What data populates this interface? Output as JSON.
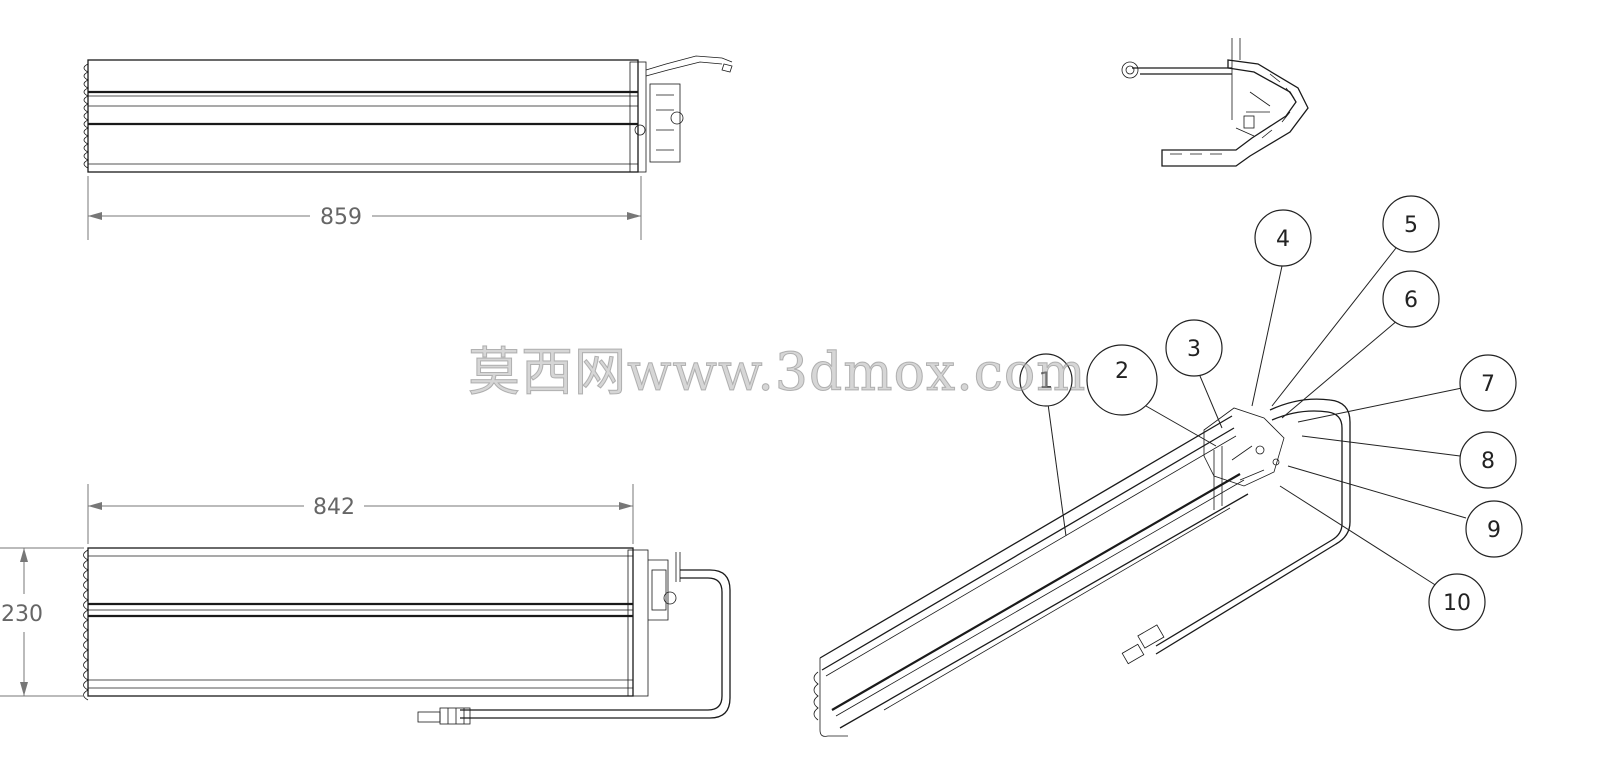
{
  "dimensions": {
    "top_width": "859",
    "bottom_width": "842",
    "height": "230"
  },
  "callouts": [
    {
      "label": "1"
    },
    {
      "label": "2"
    },
    {
      "label": "3"
    },
    {
      "label": "4"
    },
    {
      "label": "5"
    },
    {
      "label": "6"
    },
    {
      "label": "7"
    },
    {
      "label": "8"
    },
    {
      "label": "9"
    },
    {
      "label": "10"
    }
  ],
  "watermark": "莫西网www.3dmox.com"
}
